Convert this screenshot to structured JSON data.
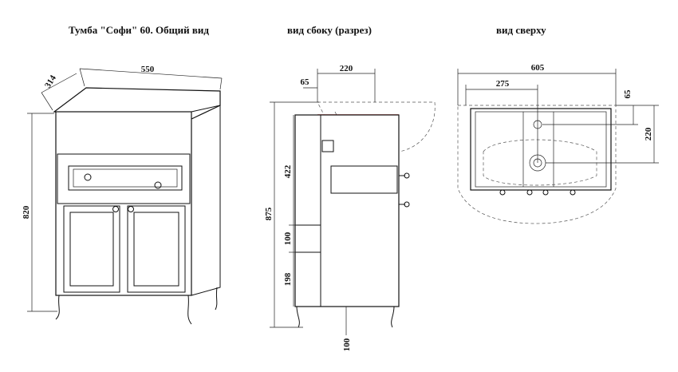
{
  "titles": {
    "general": "Тумба \"Софи\" 60. Общий вид",
    "side": "вид сбоку (разрез)",
    "top": "вид сверху"
  },
  "dimensions": {
    "general_depth": "314",
    "general_width": "550",
    "general_height": "820",
    "side_offset": "65",
    "side_depth": "220",
    "side_upper": "422",
    "side_total": "875",
    "side_drawer": "100",
    "side_lower": "198",
    "side_leg": "100",
    "top_width": "605",
    "top_offset": "275",
    "top_small": "65",
    "top_depth": "220"
  },
  "colors": {
    "line": "#111111",
    "accent": "#d0342c"
  }
}
